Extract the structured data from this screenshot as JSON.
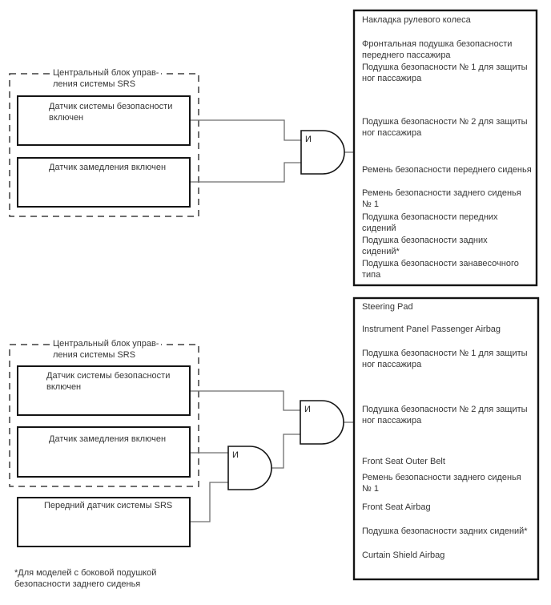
{
  "gate_label": "И",
  "top_diagram": {
    "control_unit": "Центральный блок управ-\nления системы SRS",
    "inputs": [
      "Датчик системы безопасности\nвключен",
      "Датчик замедления включен"
    ],
    "outputs": [
      "Накладка рулевого колеса",
      "Фронтальная подушка безопасности\nпереднего пассажира",
      "Подушка безопасности № 1 для защиты\nног пассажира",
      "Подушка безопасности № 2 для защиты\nног пассажира",
      "Ремень безопасности переднего сиденья",
      "Ремень безопасности заднего сиденья\n№ 1",
      "Подушка безопасности передних\nсидений",
      "Подушка безопасности задних\nсидений*",
      "Подушка безопасности занавесочного\nтипа"
    ]
  },
  "bottom_diagram": {
    "control_unit": "Центральный блок управ-\nления системы SRS",
    "inputs": [
      "Датчик системы безопасности\nвключен",
      "Датчик замедления включен"
    ],
    "front_sensor": "Передний датчик системы SRS",
    "outputs": [
      "Steering Pad",
      "Instrument Panel Passenger Airbag",
      "Подушка безопасности № 1 для защиты\nног пассажира",
      "Подушка безопасности № 2 для защиты\nног пассажира",
      "Front Seat Outer Belt",
      "Ремень безопасности заднего сиденья\n№ 1",
      "Front Seat Airbag",
      "Подушка безопасности задних сидений*",
      "Curtain Shield Airbag"
    ]
  },
  "footnote": "*Для моделей с боковой подушкой\nбезопасности заднего сиденья",
  "colors": {
    "background": "#ffffff",
    "box_border": "#141414",
    "dashed_border": "#3f3f3f",
    "connector": "#6e6e6e",
    "text": "#363636"
  }
}
